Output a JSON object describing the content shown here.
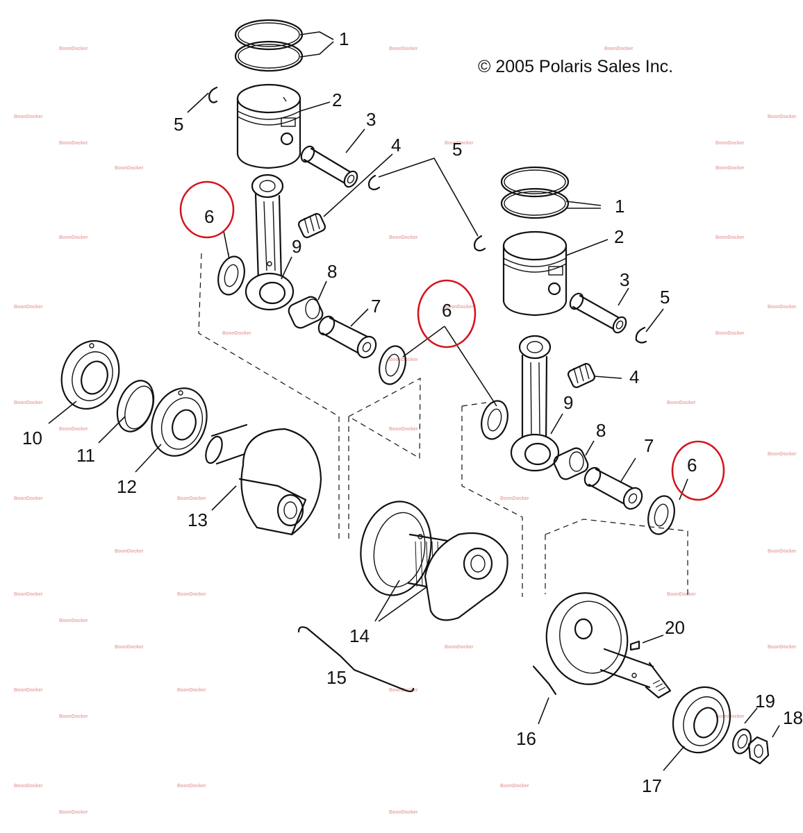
{
  "copyright": "© 2005 Polaris Sales Inc.",
  "watermark": "BoonDocker",
  "highlight_color": "#d4141c",
  "callouts": {
    "c1a": "1",
    "c2a": "2",
    "c3a": "3",
    "c4a": "4",
    "c5a": "5",
    "c5b": "5",
    "c6a": "6",
    "c6b": "6",
    "c6c": "6",
    "c9a": "9",
    "c8a": "8",
    "c7a": "7",
    "c1b": "1",
    "c2b": "2",
    "c3b": "3",
    "c5c": "5",
    "c4b": "4",
    "c9b": "9",
    "c8b": "8",
    "c7b": "7",
    "c10": "10",
    "c11": "11",
    "c12": "12",
    "c13": "13",
    "c14": "14",
    "c15": "15",
    "c16": "16",
    "c17": "17",
    "c18": "18",
    "c19": "19",
    "c20": "20"
  }
}
